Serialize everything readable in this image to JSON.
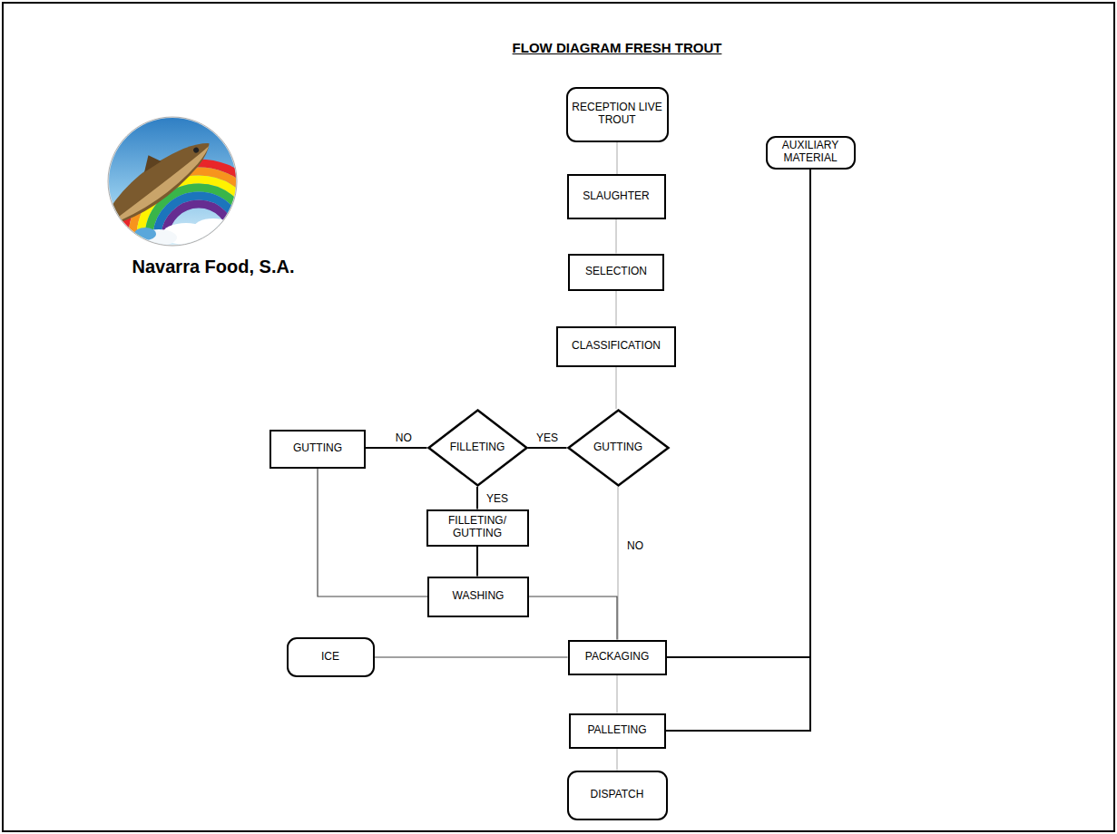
{
  "diagram": {
    "title": "FLOW DIAGRAM FRESH TROUT",
    "nodes": [
      {
        "text": [
          "RECEPTION LIVE TROUT"
        ]
      },
      {
        "text": [
          "AUXILIARY MATERIAL"
        ]
      },
      {
        "text": [
          "SLAUGHTER"
        ]
      },
      {
        "text": [
          "SELECTION"
        ]
      },
      {
        "text": [
          "CLASSIFICATION"
        ]
      },
      {
        "text": [
          "GUTTING"
        ]
      },
      {
        "text": [
          "FILLETING"
        ]
      },
      {
        "text": [
          "GUTTING"
        ]
      },
      {
        "text": [
          "FILLETING/ GUTTING"
        ]
      },
      {
        "text": [
          "WASHING"
        ]
      },
      {
        "text": [
          "ICE"
        ]
      },
      {
        "text": [
          "PACKAGING"
        ]
      },
      {
        "text": [
          "PALLETING"
        ]
      },
      {
        "text": [
          "DISPATCH"
        ]
      }
    ],
    "edges": [
      {
        "from": 0,
        "to": 2,
        "arrow": "none"
      },
      {
        "from": 2,
        "to": 3,
        "arrow": "none"
      },
      {
        "from": 3,
        "to": 4,
        "arrow": "none"
      },
      {
        "from": 4,
        "to": 7,
        "arrow": "none"
      },
      {
        "from": 7,
        "to": 6,
        "label": "YES",
        "arrow": "none"
      },
      {
        "from": 6,
        "to": 5,
        "label": "NO",
        "arrow": "none"
      },
      {
        "from": 6,
        "to": 8,
        "label": "YES",
        "arrow": "none"
      },
      {
        "from": 8,
        "to": 9,
        "arrow": "none"
      },
      {
        "from": 5,
        "to": 9,
        "arrow": "none"
      },
      {
        "from": 7,
        "to": 11,
        "label": "NO",
        "arrow": "none"
      },
      {
        "from": 9,
        "to": 11,
        "arrow": "none"
      },
      {
        "from": 10,
        "to": 11,
        "arrow": "none"
      },
      {
        "from": 1,
        "to": 11,
        "arrow": "none"
      },
      {
        "from": 1,
        "to": 12,
        "arrow": "none"
      },
      {
        "from": 11,
        "to": 12,
        "arrow": "none"
      },
      {
        "from": 12,
        "to": 13,
        "arrow": "none"
      }
    ],
    "labels": [
      "Navarra Food, S.A."
    ]
  }
}
